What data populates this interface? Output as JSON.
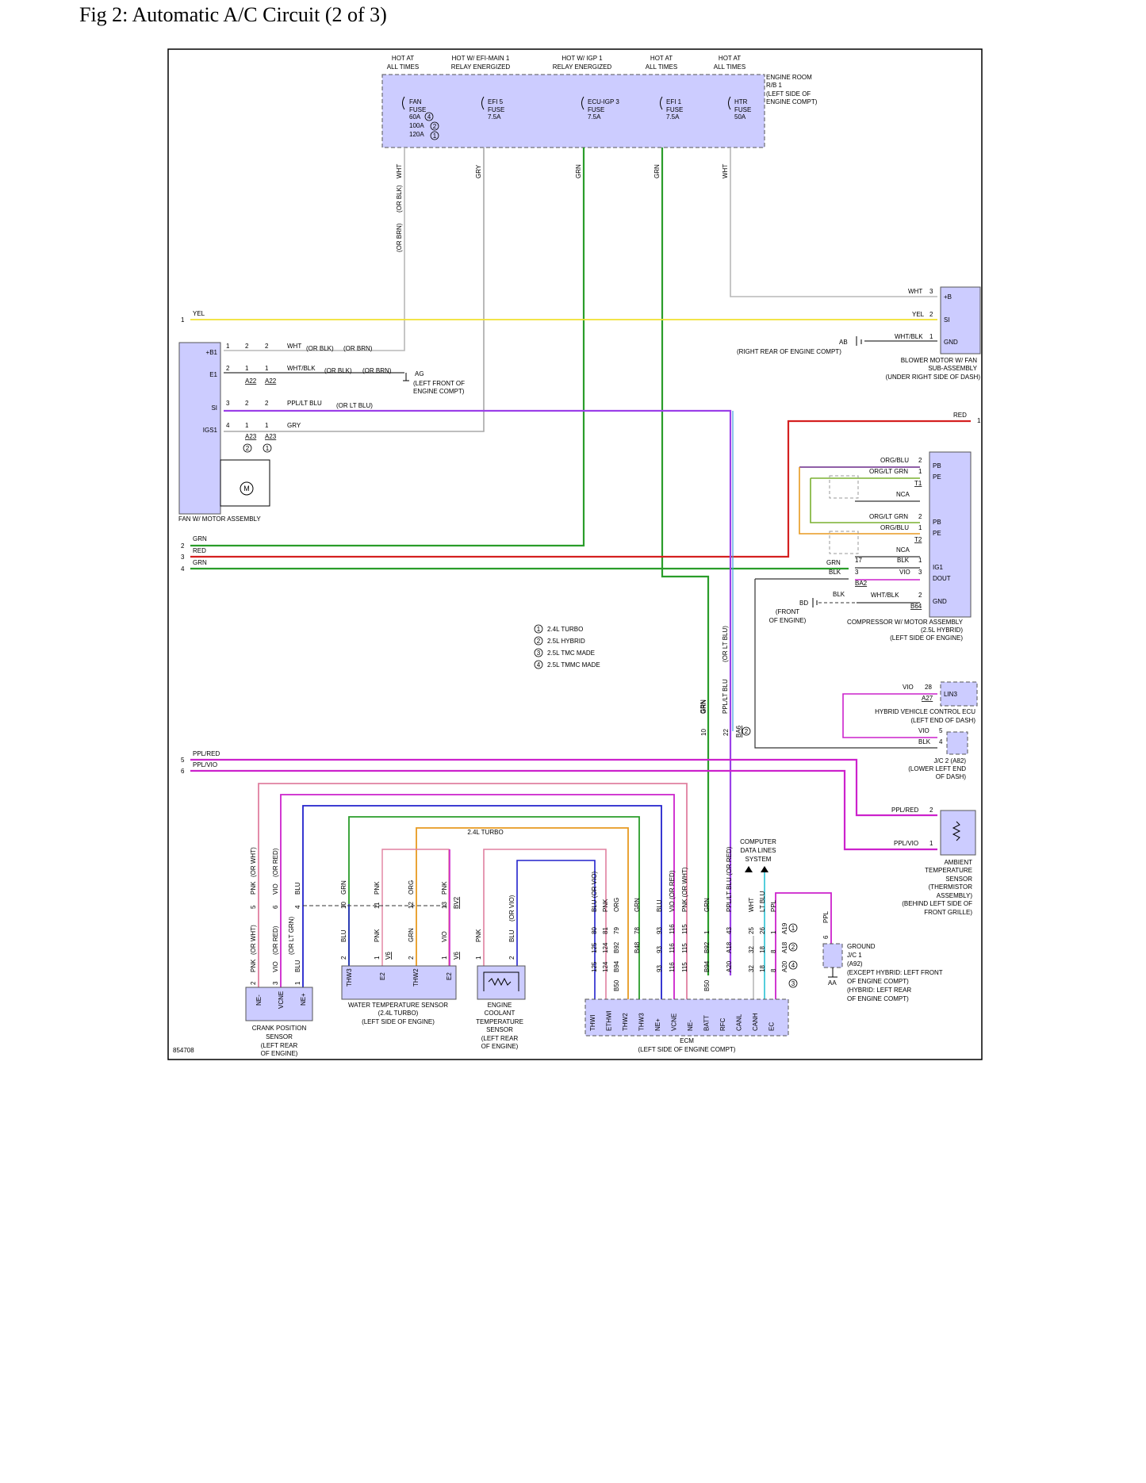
{
  "figure": {
    "title": "Fig 2: Automatic A/C Circuit (2 of 3)",
    "code": "854708"
  },
  "top_headers": [
    {
      "line1": "HOT AT",
      "line2": "ALL TIMES"
    },
    {
      "line1": "HOT W/ EFI-MAIN 1",
      "line2": "RELAY ENERGIZED"
    },
    {
      "line1": "HOT W/ IGP 1",
      "line2": "RELAY ENERGIZED"
    },
    {
      "line1": "HOT AT",
      "line2": "ALL TIMES"
    },
    {
      "line1": "HOT AT",
      "line2": "ALL TIMES"
    }
  ],
  "relay_block": {
    "label": [
      "ENGINE ROOM",
      "R/B 1",
      "(LEFT SIDE OF",
      "ENGINE COMPT)"
    ]
  },
  "fuses": [
    {
      "lines": [
        "FAN",
        "FUSE",
        "60A",
        "100A",
        "120A"
      ],
      "variants": [
        "4",
        "2",
        "1"
      ]
    },
    {
      "lines": [
        "EFI 5",
        "FUSE",
        "7.5A"
      ]
    },
    {
      "lines": [
        "ECU-IGP 3",
        "FUSE",
        "7.5A"
      ]
    },
    {
      "lines": [
        "EFI 1",
        "FUSE",
        "7.5A"
      ]
    },
    {
      "lines": [
        "HTR",
        "FUSE",
        "50A"
      ]
    }
  ],
  "wire_colors": {
    "wht": "#b8b8b8",
    "gry": "#a8a8a8",
    "grn": "#2a9d2a",
    "yel": "#f0e030",
    "red": "#d42020",
    "ppl": "#9b40e8",
    "pnk": "#e080a0",
    "vio": "#cc22cc",
    "blu": "#2222cc",
    "org": "#e89a20",
    "ltblu": "#40c8d8",
    "blk": "#333333"
  },
  "vertical_wire_labels": [
    "WHT",
    "(OR BLK)",
    "(OR BRN)",
    "GRY",
    "GRN",
    "GRN",
    "WHT",
    "(OR LT BLU)",
    "PPL/LT BLU",
    "GRN"
  ],
  "fan_motor": {
    "name": "FAN W/ MOTOR ASSEMBLY",
    "pins": [
      "+B1",
      "E1",
      "SI",
      "IGS1"
    ],
    "motor": "M",
    "rows": [
      {
        "a": "1",
        "b": "2",
        "c": "2",
        "wire": "WHT",
        "alt": "(OR BLK)",
        "alt2": "(OR BRN)"
      },
      {
        "a": "2",
        "b": "1",
        "c": "1",
        "wire": "WHT/BLK",
        "alt": "(OR BLK)",
        "alt2": "(OR BRN)",
        "conn1": "A22",
        "conn2": "A22"
      },
      {
        "a": "3",
        "b": "2",
        "c": "2",
        "wire": "PPL/LT BLU",
        "alt": "(OR LT BLU)"
      },
      {
        "a": "4",
        "b": "1",
        "c": "1",
        "wire": "GRY",
        "conn1": "A23",
        "conn2": "A23",
        "v1": "2",
        "v2": "1"
      }
    ],
    "ground": {
      "id": "AG",
      "lines": [
        "(LEFT FRONT OF",
        "ENGINE COMPT)"
      ]
    }
  },
  "left_wires": [
    {
      "num": "1",
      "label": "YEL"
    },
    {
      "num": "2",
      "label": "GRN"
    },
    {
      "num": "3",
      "label": "RED"
    },
    {
      "num": "4",
      "label": "GRN"
    },
    {
      "num": "5",
      "label": "PPL/RED"
    },
    {
      "num": "6",
      "label": "PPL/VIO"
    }
  ],
  "blower": {
    "name": [
      "BLOWER MOTOR W/ FAN",
      "SUB-ASSEMBLY",
      "(UNDER RIGHT SIDE OF DASH)"
    ],
    "pins": [
      "+B",
      "SI",
      "GND"
    ],
    "wires": [
      {
        "label": "WHT",
        "pin": "3"
      },
      {
        "label": "YEL",
        "pin": "2"
      },
      {
        "label": "WHT/BLK",
        "pin": "1"
      }
    ],
    "ground": {
      "id": "AB",
      "text": "(RIGHT REAR OF ENGINE COMPT)"
    }
  },
  "red_right": {
    "label": "RED",
    "num": "1"
  },
  "compressor": {
    "name": [
      "COMPRESSOR W/ MOTOR ASSEMBLY",
      "(2.5L HYBRID)",
      "(LEFT SIDE OF ENGINE)"
    ],
    "pins": [
      "PB",
      "PE",
      "PB",
      "PE",
      "IG1",
      "DOUT",
      "GND"
    ],
    "wires": [
      {
        "label": "ORG/BLU",
        "num": "2"
      },
      {
        "label": "ORG/LT GRN",
        "num": "1"
      },
      {
        "conn": "T1"
      },
      {
        "label": "NCA"
      },
      {
        "label": "ORG/LT GRN",
        "num": "2"
      },
      {
        "label": "ORG/BLU",
        "num": "1"
      },
      {
        "conn": "T2"
      },
      {
        "label": "NCA"
      },
      {
        "label": "BLK",
        "num": "1"
      },
      {
        "label": "VIO",
        "num": "3"
      },
      {
        "label": "WHT/BLK",
        "num": "2",
        "conn": "B64"
      }
    ],
    "joint": {
      "grn": "GRN",
      "n17": "17",
      "blk": "BLK",
      "n3": "3",
      "conn": "BA2",
      "blk2": "BLK"
    },
    "ground": {
      "id": "BD",
      "lines": [
        "(FRONT",
        "OF ENGINE)"
      ]
    }
  },
  "legend": [
    {
      "num": "1",
      "text": "2.4L TURBO"
    },
    {
      "num": "2",
      "text": "2.5L HYBRID"
    },
    {
      "num": "3",
      "text": "2.5L TMC MADE"
    },
    {
      "num": "4",
      "text": "2.5L TMMC MADE"
    }
  ],
  "hybrid_ecu": {
    "name": [
      "HYBRID VEHICLE CONTROL ECU",
      "(LEFT END OF DASH)"
    ],
    "pin": "LIN3",
    "wire": "VIO",
    "num": "28",
    "conn": "A27"
  },
  "jc2": {
    "name": [
      "J/C 2 (A82)",
      "(LOWER LEFT END",
      "OF DASH)"
    ],
    "wires": [
      {
        "label": "VIO",
        "num": "5"
      },
      {
        "label": "BLK",
        "num": "4"
      }
    ]
  },
  "ambient": {
    "name": [
      "AMBIENT",
      "TEMPERATURE",
      "SENSOR",
      "(THERMISTOR",
      "ASSEMBLY)",
      "(BEHIND LEFT SIDE OF",
      "FRONT GRILLE)"
    ],
    "wires": [
      {
        "label": "PPL/RED",
        "num": "2"
      },
      {
        "label": "PPL/VIO",
        "num": "1"
      }
    ]
  },
  "computer_data": [
    "COMPUTER",
    "DATA LINES",
    "SYSTEM"
  ],
  "ground_jc1": {
    "lines": [
      "GROUND",
      "J/C 1",
      "(A92)",
      "(EXCEPT HYBRID: LEFT FRONT",
      "OF ENGINE COMPT)",
      "(HYBRID: LEFT REAR",
      "OF ENGINE COMPT)"
    ],
    "id": "AA",
    "wire": "PPL",
    "num": "6"
  },
  "crank": {
    "name": [
      "CRANK POSITION",
      "SENSOR",
      "(LEFT REAR",
      "OF ENGINE)"
    ],
    "pins": [
      "NE-",
      "VCNE",
      "NE+"
    ]
  },
  "wts": {
    "name": [
      "WATER TEMPERATURE SENSOR",
      "(2.4L TURBO)",
      "(LEFT SIDE OF ENGINE)"
    ],
    "pins": [
      "THW3",
      "E2",
      "THW2",
      "E2"
    ],
    "turbo": "2.4L TURBO"
  },
  "ect": {
    "name": [
      "ENGINE",
      "COOLANT",
      "TEMPERATURE",
      "SENSOR",
      "(LEFT REAR",
      "OF ENGINE)"
    ]
  },
  "ecm": {
    "name": [
      "ECM",
      "(LEFT SIDE OF ENGINE COMPT)"
    ],
    "pins": [
      "THWI",
      "ETHWI",
      "THW2",
      "THW3",
      "NE+",
      "VCNE",
      "NE-",
      "BATT",
      "RFC",
      "CANL",
      "CANH",
      "EC"
    ]
  },
  "sensor_wire_labels": [
    {
      "num": "5",
      "w": "PNK",
      "alt": "(OR WHT)"
    },
    {
      "num": "6",
      "w": "VIO",
      "alt": "(OR RED)"
    },
    {
      "num": "4",
      "w": "BLU"
    },
    {
      "num": "10",
      "w": "GRN"
    },
    {
      "num": "11",
      "w": "PNK"
    },
    {
      "num": "12",
      "w": "ORG"
    },
    {
      "num": "13",
      "w": "PNK",
      "conn": "BV2"
    }
  ],
  "sensor_lower_labels": [
    {
      "num": "2",
      "w": "PNK",
      "alt": "(OR WHT)"
    },
    {
      "num": "3",
      "w": "VIO",
      "alt": "(OR RED)"
    },
    {
      "num": "1",
      "w": "BLU",
      "alt": "(OR LT GRN)"
    },
    {
      "num": "2",
      "w": "BLU"
    },
    {
      "num": "1",
      "w": "PNK",
      "conn": "V6"
    },
    {
      "num": "2",
      "w": "GRN"
    },
    {
      "num": "1",
      "w": "VIO",
      "conn": "V6"
    },
    {
      "num": "1",
      "w": "PNK"
    },
    {
      "num": "2",
      "w": "BLU",
      "alt": "(OR VIO)"
    }
  ],
  "ecm_columns": [
    {
      "wire": "BLU (OR VIO)",
      "r": [
        "80",
        "125",
        "125"
      ]
    },
    {
      "wire": "PNK",
      "r": [
        "81",
        "124",
        "124"
      ]
    },
    {
      "wire": "ORG",
      "r": [
        "79",
        "B92",
        "B94",
        "B50"
      ]
    },
    {
      "wire": "GRN",
      "r": [
        "78",
        "B48"
      ]
    },
    {
      "wire": "BLU",
      "r": [
        "93",
        "93",
        "93"
      ]
    },
    {
      "wire": "VIO (OR RED)",
      "r": [
        "116",
        "116",
        "116"
      ]
    },
    {
      "wire": "PNK (OR WHT)",
      "r": [
        "115",
        "115",
        "115"
      ]
    },
    {
      "wire": "GRN",
      "r": [
        "1",
        "B92",
        "B94",
        "B50"
      ]
    },
    {
      "wire": "PPL/LT BLU (OR RED)",
      "r": [
        "43",
        "A18",
        "A20"
      ]
    },
    {
      "wire": "WHT",
      "r": [
        "25",
        "32",
        "32"
      ]
    },
    {
      "wire": "LT BLU",
      "r": [
        "26",
        "18",
        "18"
      ]
    },
    {
      "wire": "PPL",
      "r": [
        "1",
        "8",
        "8"
      ]
    },
    {
      "wire": "",
      "r": [
        "A19",
        "A18",
        "A20"
      ]
    }
  ],
  "mid_conn": {
    "grn": "GRN",
    "n10": "10",
    "ppl": "PPL/LT BLU",
    "n22": "22",
    "conn": "BA6",
    "v": "2"
  }
}
